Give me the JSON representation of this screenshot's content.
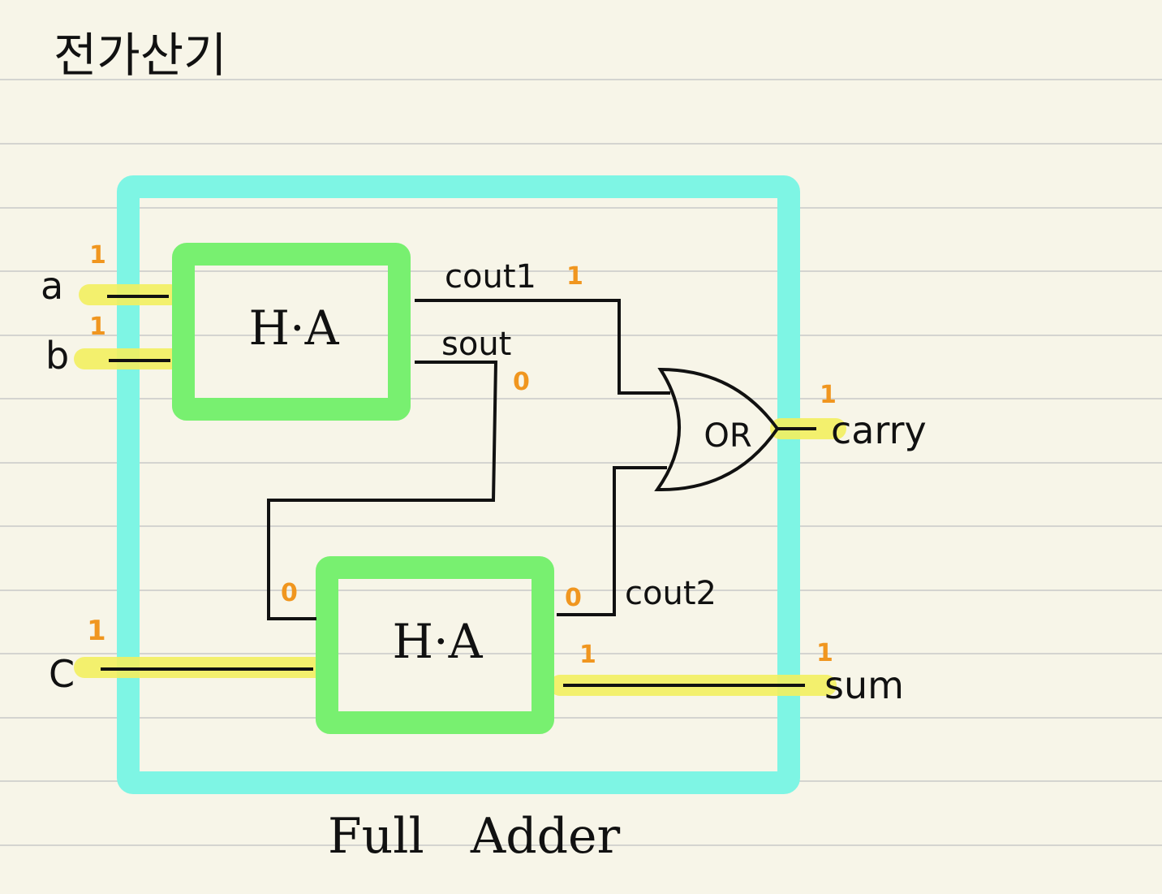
{
  "title": "전가산기",
  "inputs": {
    "a": "a",
    "b": "b",
    "c": "C"
  },
  "outputs": {
    "carry": "carry",
    "sum": "sum"
  },
  "blocks": {
    "ha_top": "H·A",
    "ha_bottom": "H·A",
    "or_gate": "OR"
  },
  "signals": {
    "cout1": "cout1",
    "sout": "sout",
    "cout2": "cout2"
  },
  "values": {
    "a": "1",
    "b": "1",
    "c": "1",
    "cout1": "1",
    "sout": "0",
    "ha2_in": "0",
    "cout2": "0",
    "sum_mid": "1",
    "sum": "1",
    "carry": "1"
  },
  "caption": "Full   Adder",
  "colors": {
    "paper": "#f7f5e8",
    "ruled_line": "#d4d4d0",
    "outer_box": "#7ef5e4",
    "half_adder_box": "#78f070",
    "highlight": "#f3f060",
    "value_mark": "#f0961f",
    "wire": "#111111"
  }
}
